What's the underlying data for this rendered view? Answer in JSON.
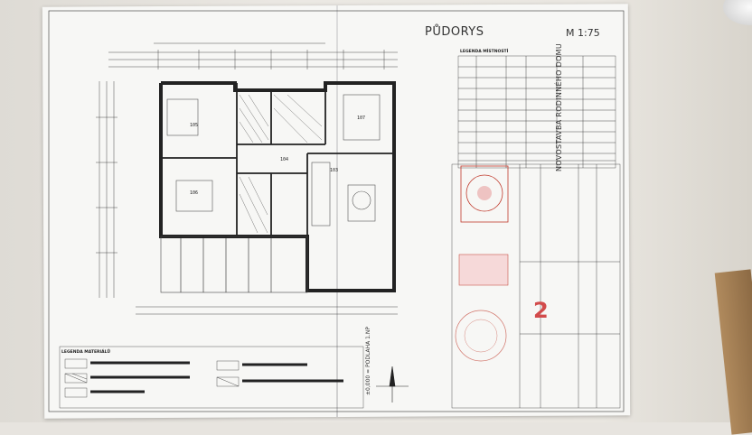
{
  "sheet": {
    "title": "PŮDORYS",
    "scale": "M 1:75",
    "room_legend_title": "LEGENDA MÍSTNOSTÍ",
    "material_legend_title": "LEGENDA MATERIÁLŮ",
    "drawing_title": "NOVOSTAVBA RODINNÉHO DOMU",
    "sheet_number": "2",
    "section_label": "±0,000 = PODLAHA 1.NP"
  },
  "rooms": [
    "105",
    "107",
    "106",
    "104",
    "103"
  ],
  "stamp_colors": {
    "red": "#c0392b",
    "pink": "#e8a0a0"
  }
}
